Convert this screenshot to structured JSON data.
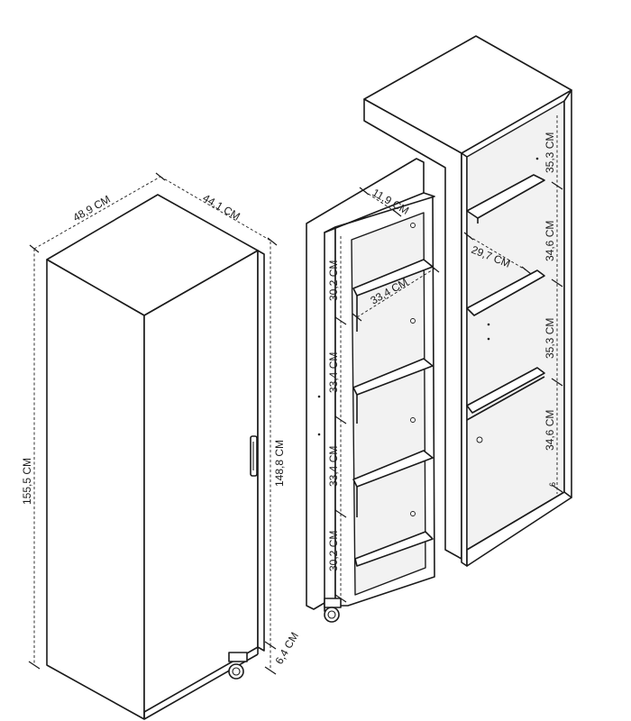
{
  "dimensions": {
    "width_left": "48,9 CM",
    "depth_left": "44,1 CM",
    "height_total": "155,5 CM",
    "height_body": "148,8 CM",
    "wheel_height": "6,4 CM",
    "drawer_depth": "11,9 CM",
    "drawer_inner_width": "33,4 CM",
    "drawer_sec_1": "30,2 CM",
    "drawer_sec_2": "33,4 CM",
    "drawer_sec_3": "33,4 CM",
    "drawer_sec_4": "30,2 CM",
    "cab_inner_depth": "29,7 CM",
    "cab_sec_1": "35,3 CM",
    "cab_sec_2": "34,6 CM",
    "cab_sec_3": "35,3 CM",
    "cab_sec_4": "34,6 CM",
    "cab_small": "6"
  }
}
